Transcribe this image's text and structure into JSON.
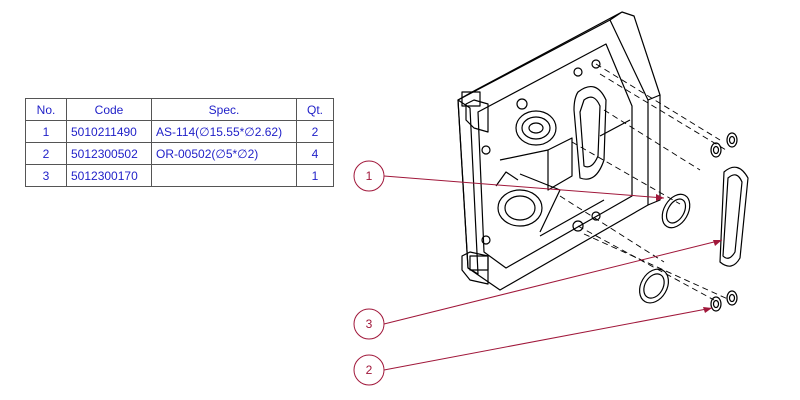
{
  "bom": {
    "headers": {
      "no": "No.",
      "code": "Code",
      "spec": "Spec.",
      "qt": "Qt."
    },
    "rows": [
      {
        "no": "1",
        "code": "5010211490",
        "spec": "AS-114(∅15.55*∅2.62)",
        "qt": "2"
      },
      {
        "no": "2",
        "code": "5012300502",
        "spec": "OR-00502(∅5*∅2)",
        "qt": "4"
      },
      {
        "no": "3",
        "code": "5012300170",
        "spec": "",
        "qt": "1"
      }
    ]
  },
  "balloons": [
    "1",
    "3",
    "2"
  ],
  "colors": {
    "table_text": "#1f1fc8",
    "leader": "#a0173a",
    "line": "#000000"
  }
}
